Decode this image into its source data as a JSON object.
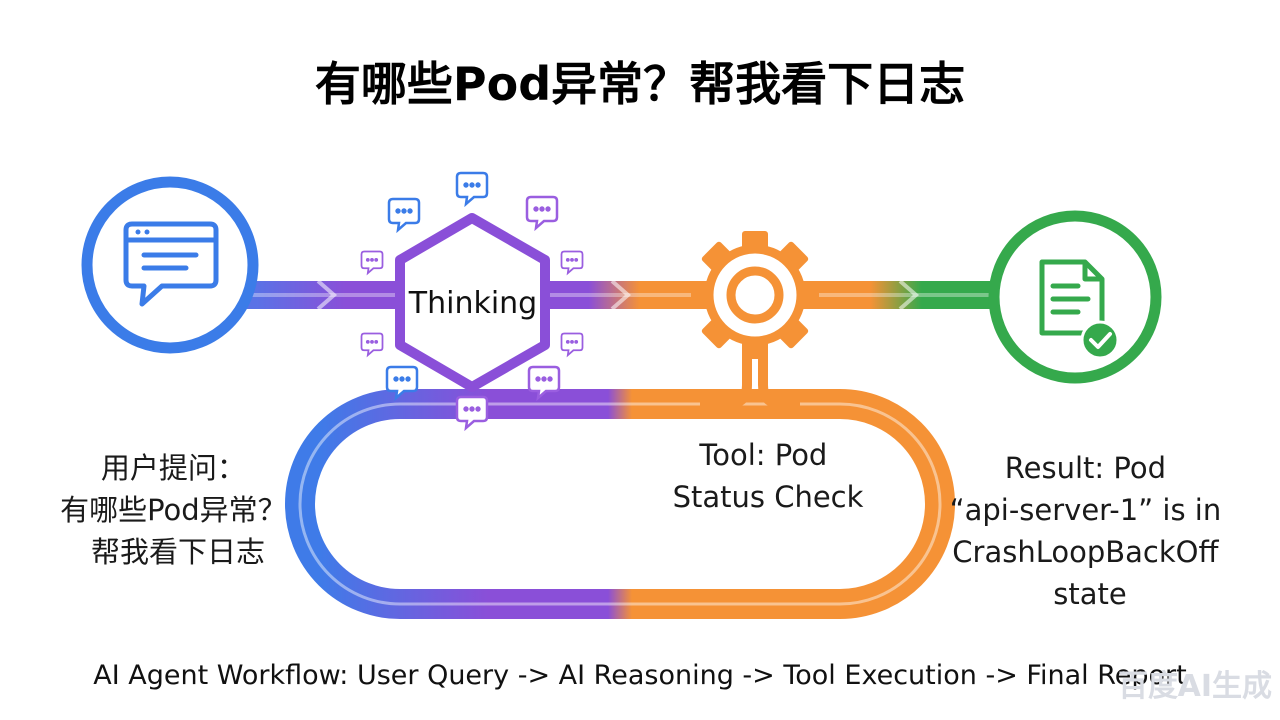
{
  "title": "有哪些Pod异常？帮我看下日志",
  "nodes": {
    "thinking_label": "Thinking"
  },
  "captions": {
    "user_question": [
      "用户提问：",
      "有哪些Pod异常？",
      "帮我看下日志"
    ],
    "tool": [
      "Tool: Pod",
      "Status Check"
    ],
    "result": [
      "Result: Pod",
      "“api-server-1” is in",
      "CrashLoopBackOff",
      "state"
    ]
  },
  "footer": "AI Agent Workflow: User Query -> AI Reasoning -> Tool Execution -> Final Report",
  "watermark": {
    "left": "百度",
    "right": "AI生成"
  },
  "icons": [
    "chat-window-icon",
    "speech-bubble-icon",
    "gear-icon",
    "document-check-icon"
  ],
  "colors": {
    "user_blue": "#3b7ce8",
    "thinking_purple": "#8a4fd8",
    "tool_orange": "#f59236",
    "result_green": "#35a94c"
  }
}
